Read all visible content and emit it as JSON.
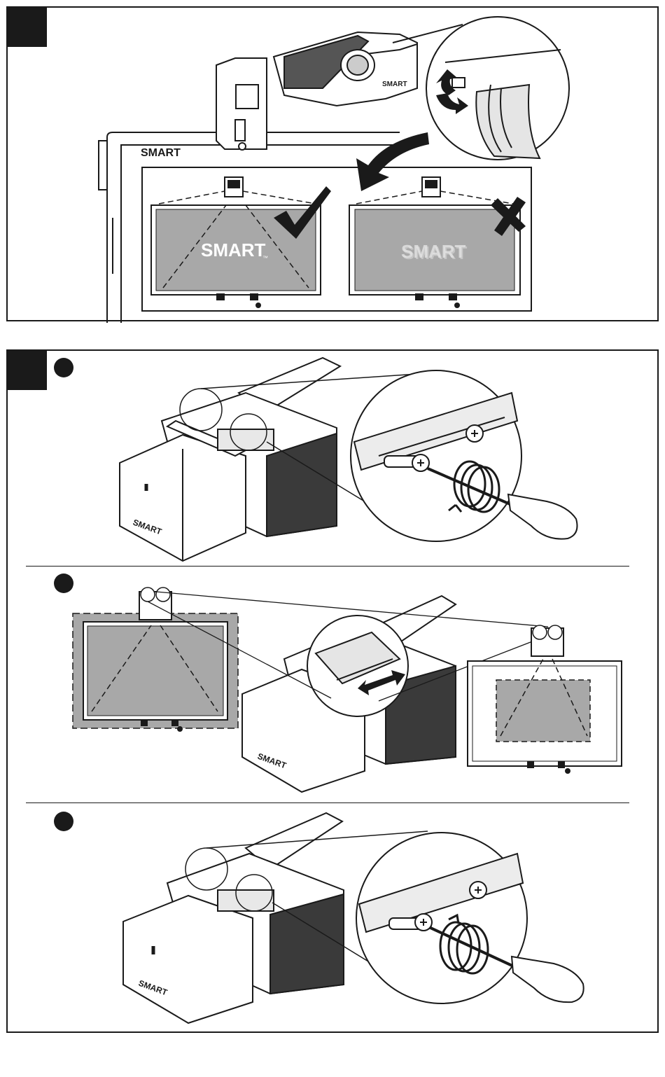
{
  "brand": {
    "logo_text": "SMART",
    "trademark": "™"
  },
  "colors": {
    "ink": "#1a1a1a",
    "screen_fill": "#a8a8a8",
    "light_gray": "#d8d8d8"
  },
  "step1": {
    "ok_indicator_icon": "checkmark-icon",
    "bad_indicator_icon": "cross-icon",
    "focus_ring_icon": "rotate-arrows-icon"
  },
  "step2": {
    "sub_steps": [
      {
        "action": "loosen",
        "icon": "counterclockwise-arrow-icon"
      },
      {
        "action": "slide",
        "icon": "double-arrow-icon"
      },
      {
        "action": "tighten",
        "icon": "clockwise-arrow-icon"
      }
    ]
  }
}
